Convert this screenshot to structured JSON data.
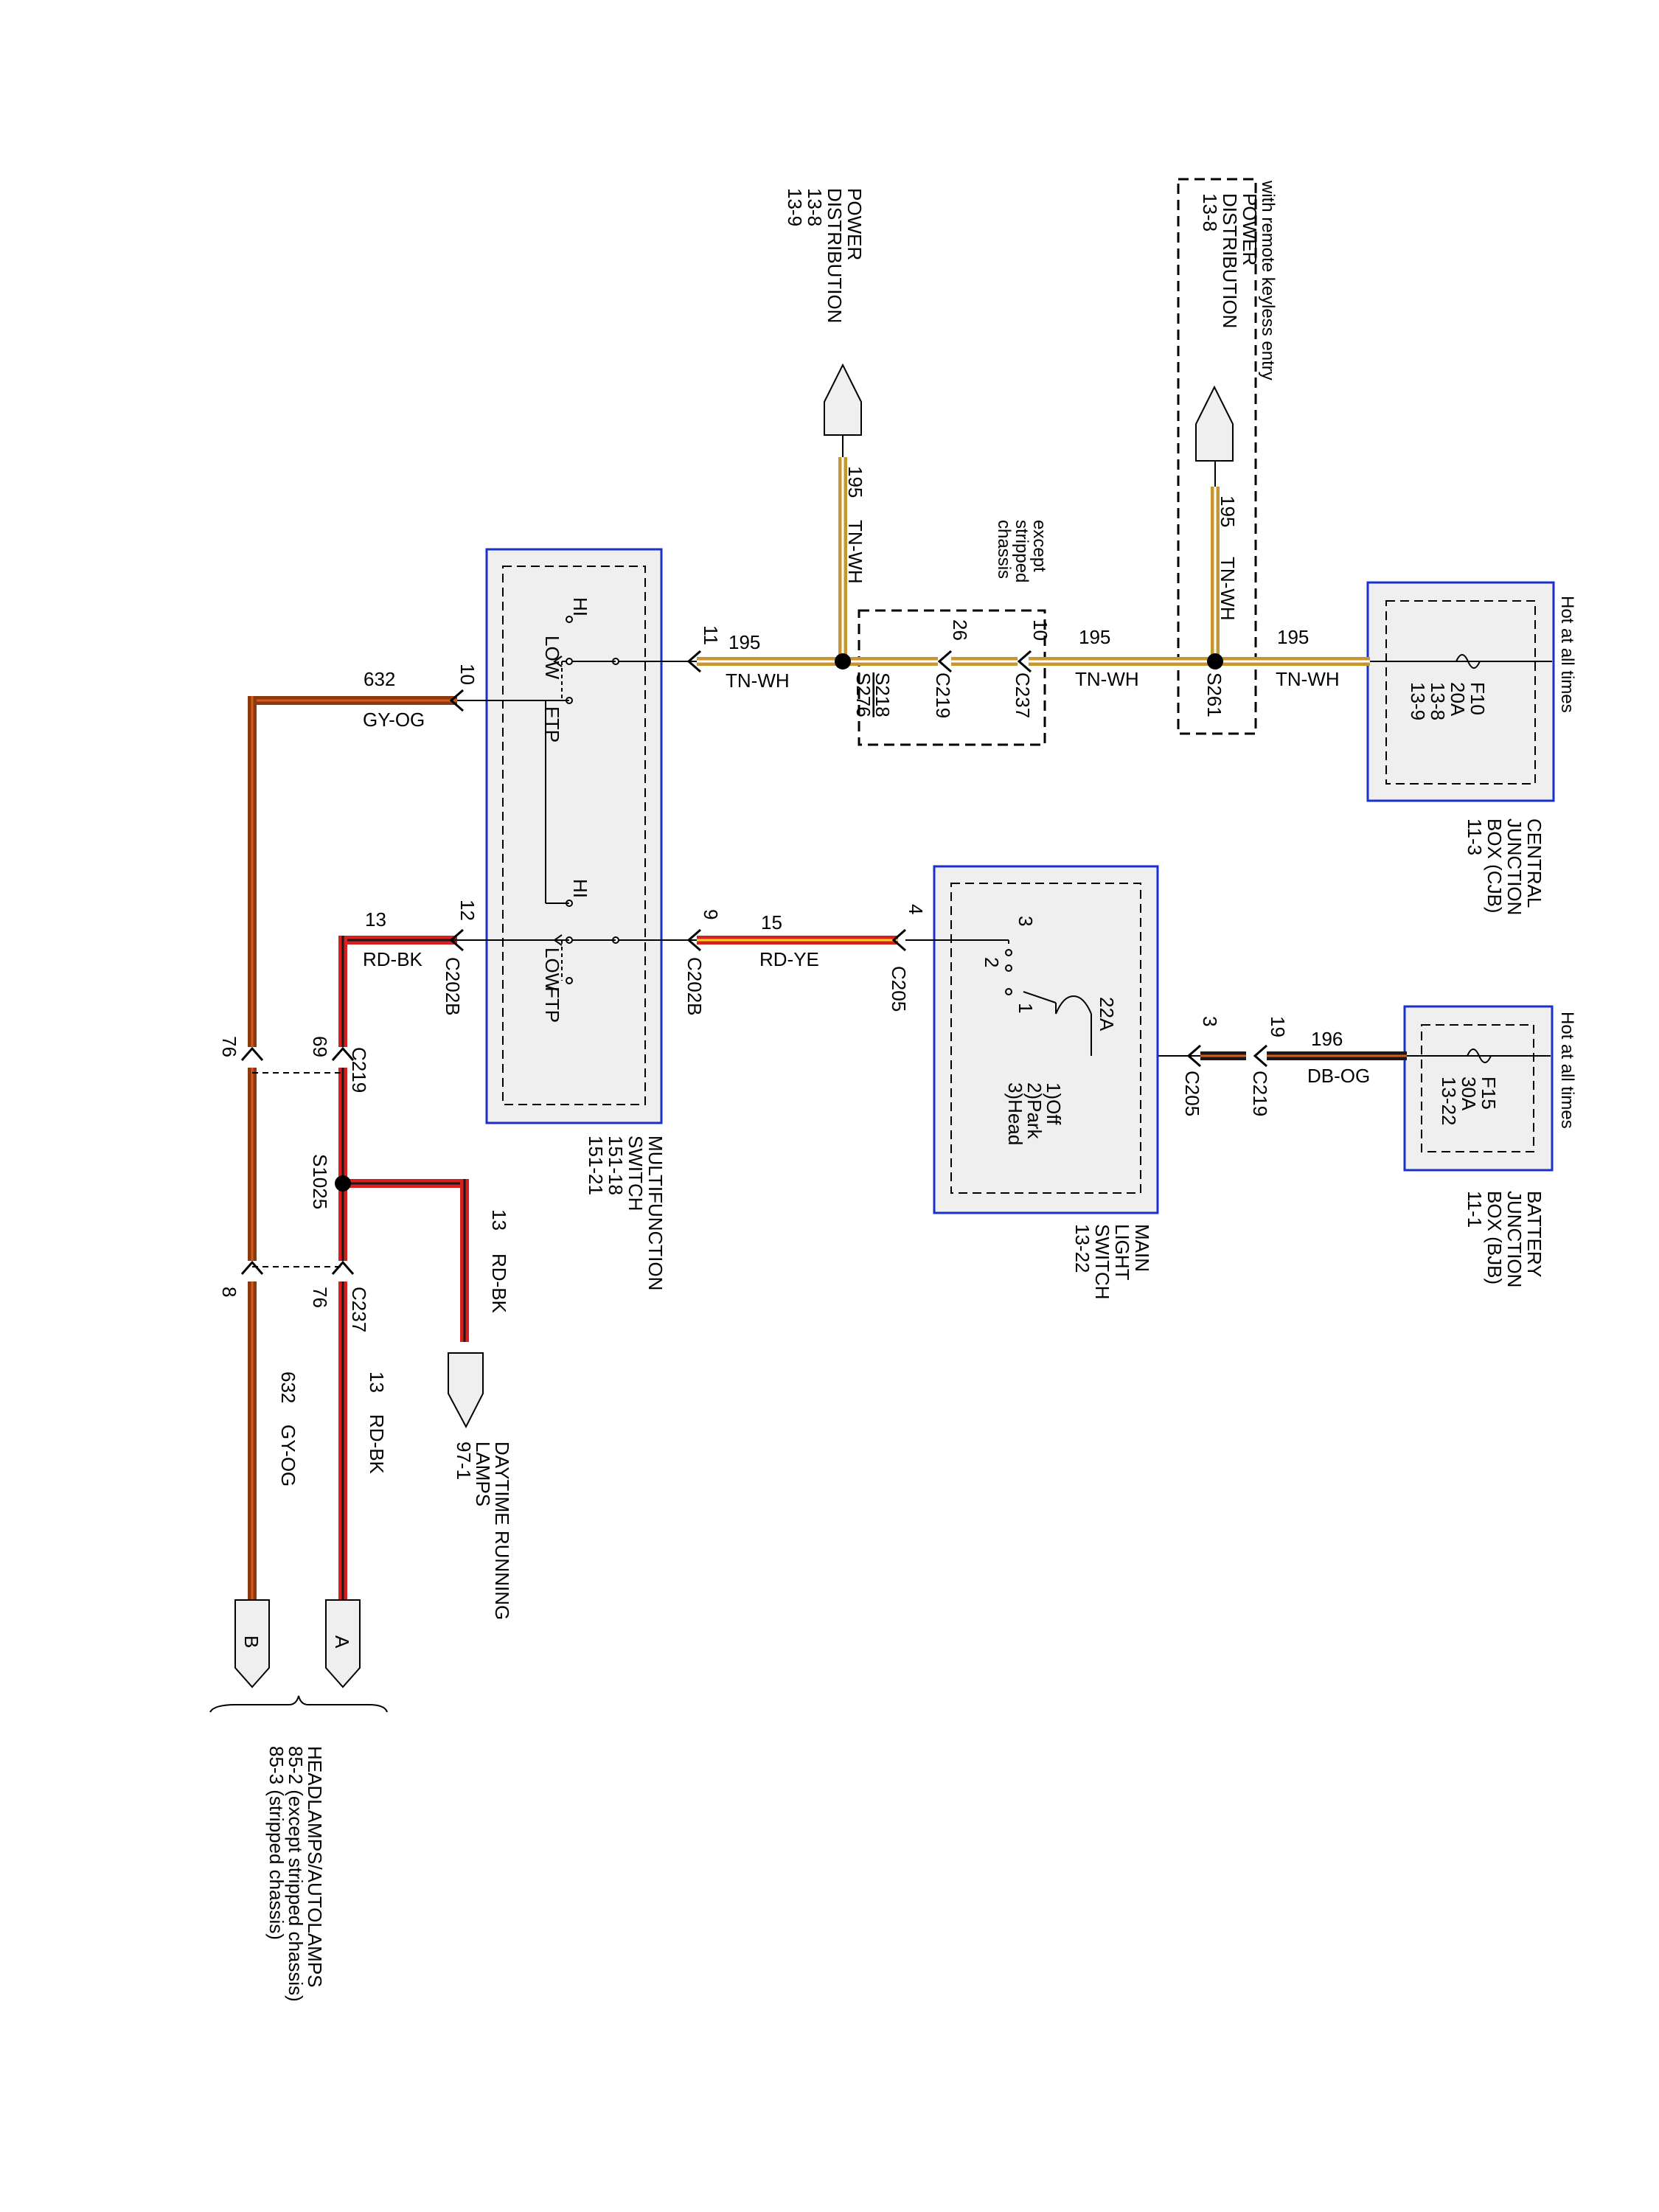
{
  "colors": {
    "wire_tn_wh_core": "#c8962e",
    "wire_tn_wh_stripe": "#ffffff",
    "wire_rd_core": "#d61f1f",
    "wire_rd_ye_stripe": "#f5d31c",
    "wire_gy_og_core": "#8a3a10",
    "wire_db_og_core": "#1a1a1a",
    "component_border": "#1a2fcc",
    "component_fill": "#efefef"
  },
  "hot_labels": {
    "cjb": "Hot at all times",
    "bjb": "Hot at all times"
  },
  "cjb": {
    "fuse_name": "F10",
    "fuse_rating": "20A",
    "fuse_ref1": "13-8",
    "fuse_ref2": "13-9",
    "title1": "CENTRAL",
    "title2": "JUNCTION",
    "title3": "BOX (CJB)",
    "title4": "11-3"
  },
  "bjb": {
    "fuse_name": "F15",
    "fuse_rating": "30A",
    "fuse_ref": "13-22",
    "title1": "BATTERY",
    "title2": "JUNCTION",
    "title3": "BOX (BJB)",
    "title4": "11-1"
  },
  "power_dist_1": {
    "line1": "POWER",
    "line2": "DISTRIBUTION",
    "line3": "13-8",
    "line4": "13-9"
  },
  "power_dist_2": {
    "note": "with remote keyless entry",
    "line1": "POWER",
    "line2": "DISTRIBUTION",
    "line3": "13-8"
  },
  "stripped_note": {
    "line1": "except",
    "line2": "stripped",
    "line3": "chassis"
  },
  "wires": {
    "w195_circuit": "195",
    "w195_color": "TN-WH",
    "w15_circuit": "15",
    "w15_color": "RD-YE",
    "w196_circuit": "196",
    "w196_color": "DB-OG",
    "w632_circuit": "632",
    "w632_color": "GY-OG",
    "w13_circuit": "13",
    "w13_color": "RD-BK"
  },
  "connectors": {
    "c237": "C237",
    "c219": "C219",
    "c205": "C205",
    "c202b": "C202B",
    "c219_upper_pin": "26",
    "c237_upper_pin": "10",
    "s218": "S218",
    "s276": "S276",
    "s261": "S261",
    "s1025": "S1025",
    "mfs_pin_11": "11",
    "mfs_pin_9": "9",
    "mfs_pin_10": "10",
    "mfs_pin_12": "12",
    "mls_pin_4": "4",
    "mls_pin_3": "3",
    "c205_pin_3": "3",
    "c219_pin_19": "19",
    "c219_pin_76": "76",
    "c219_pin_69": "69",
    "c237_pin_8": "8",
    "c237_pin_76": "76"
  },
  "mfs": {
    "hi": "HI",
    "low": "LOW",
    "ftp": "FTP",
    "title1": "MULTIFUNCTION",
    "title2": "SWITCH",
    "title3": "151-18",
    "title4": "151-21"
  },
  "mls": {
    "pos3": "3",
    "pos2": "2",
    "pos1": "1",
    "breaker": "22A",
    "legend1": "1)Off",
    "legend2": "2)Park",
    "legend3": "3)Head",
    "title1": "MAIN",
    "title2": "LIGHT",
    "title3": "SWITCH",
    "title4": "13-22"
  },
  "drl": {
    "line1": "DAYTIME RUNNING",
    "line2": "LAMPS",
    "line3": "97-1"
  },
  "headlamps": {
    "conn_a": "A",
    "conn_b": "B",
    "line1": "HEADLAMPS/AUTOLAMPS",
    "line2": "85-2    (except stripped chassis)",
    "line3": "85-3    (stripped chassis)"
  }
}
